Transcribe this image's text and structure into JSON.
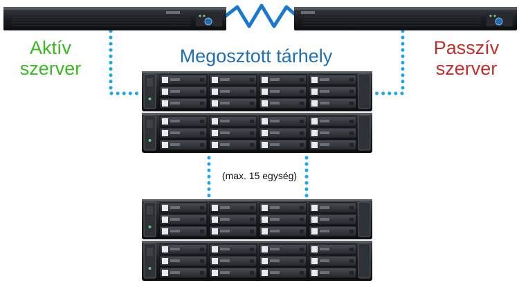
{
  "labels": {
    "active_server": "Aktív\nszerver",
    "passive_server": "Passzív\nszerver",
    "shared_storage": "Megosztott tárhely",
    "max_units": "(max. 15 egység)"
  },
  "colors": {
    "active": "#3bb823",
    "passive": "#c0302a",
    "shared": "#1e6fb4",
    "connector": "#1aa8e8",
    "heartbeat": "#1b78d0",
    "chassis": "#1b1d20",
    "drive": "#2c2f33"
  },
  "icons": {
    "server": "rack-server-icon",
    "expansion_unit": "expansion-unit-icon",
    "heartbeat": "heartbeat-link-icon"
  }
}
